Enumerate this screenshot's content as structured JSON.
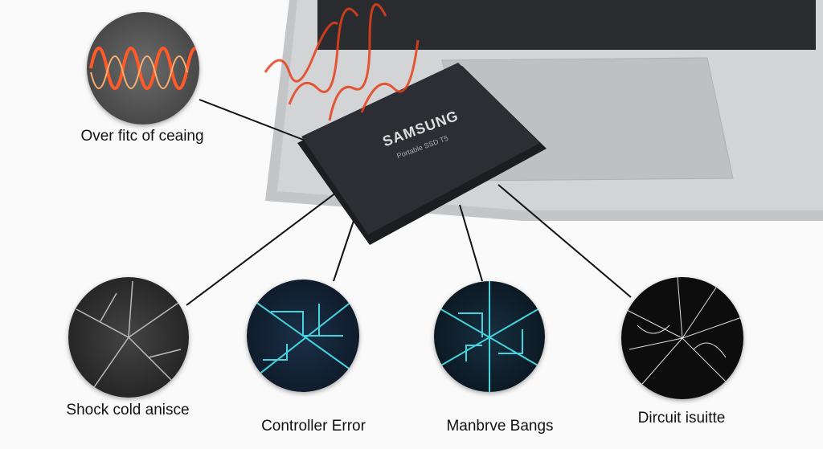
{
  "device": {
    "brand": "SAMSUNG",
    "model": "Portable SSD T5"
  },
  "issues": [
    {
      "label": "Over fitc of ceaing",
      "icon": "heat-wave-icon"
    },
    {
      "label": "Shock cold anisce",
      "icon": "cracked-glass-icon"
    },
    {
      "label": "Controller Error",
      "icon": "circuit-board-icon"
    },
    {
      "label": "Manbrve Bangs",
      "icon": "circuit-glow-icon"
    },
    {
      "label": "Dircuit isuitte",
      "icon": "shattered-wires-icon"
    }
  ],
  "colors": {
    "heat": "#e8401c",
    "circuit": "#46d3e0",
    "ssd": "#26282c",
    "laptop": "#c9cacc"
  }
}
